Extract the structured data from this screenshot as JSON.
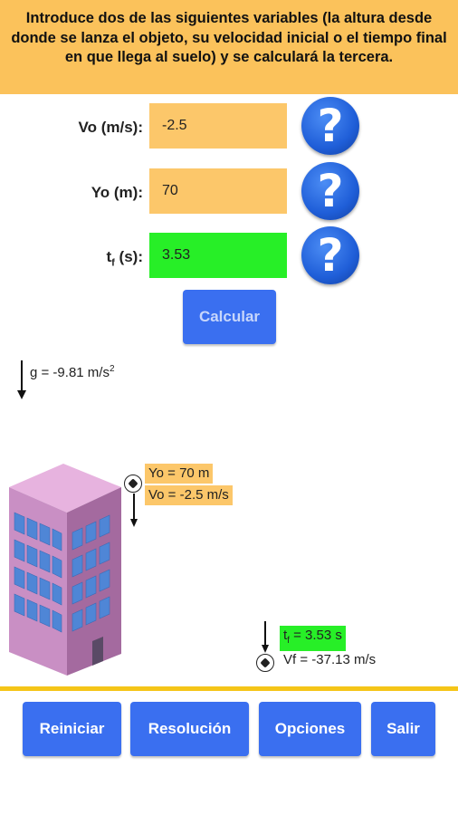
{
  "header": {
    "instructions": "Introduce dos de las siguientes variables (la altura desde donde se lanza el objeto, su velocidad inicial o el tiempo final en que llega al suelo) y se calculará la tercera."
  },
  "form": {
    "vo": {
      "label": "Vo (m/s):",
      "value": "-2.5"
    },
    "yo": {
      "label": "Yo (m):",
      "value": "70"
    },
    "tf": {
      "label_main": "t",
      "label_sub": "f",
      "label_rest": " (s):",
      "value": "3.53"
    },
    "help_symbol": "?",
    "calculate_label": "Calcular"
  },
  "gravity": {
    "text": "g = -9.81 m/s",
    "exponent": "2"
  },
  "initial_info": {
    "yo": "Yo = 70 m",
    "vo": "Vo = -2.5 m/s"
  },
  "final_info": {
    "tf_main": "t",
    "tf_sub": "f",
    "tf_rest": " = 3.53 s",
    "vf": "Vf = -37.13 m/s"
  },
  "footer": {
    "reset_label": "Reiniciar",
    "resolution_label": "Resolución",
    "options_label": "Opciones",
    "exit_label": "Salir"
  },
  "colors": {
    "header_bg": "#fbc25b",
    "input_bg": "#fcc76a",
    "result_bg": "#27ef27",
    "button_bg": "#3a6ff0",
    "building_front": "#c98fc4",
    "building_side": "#a46a9f",
    "window": "#4f86d6",
    "divider": "#f5c518"
  }
}
